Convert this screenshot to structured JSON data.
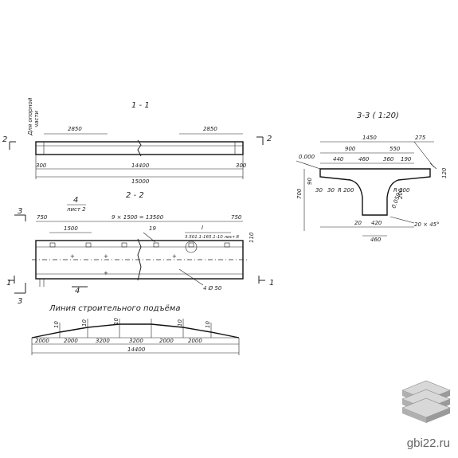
{
  "sections": {
    "s11": "1 - 1",
    "s22": "2 - 2",
    "s33": "3-3 ( 1:20)"
  },
  "markers": {
    "two": "2",
    "one": "1",
    "three": "3",
    "four": "4",
    "sheet": "лист 2"
  },
  "labels": {
    "support": "Для опорной",
    "part": "части",
    "note_i": "I",
    "note_detail": "3.501.1-165.1-10 лист 8",
    "rebar": "4 Ø 50",
    "angle": "20 × 45°",
    "lift_line": "Линия строительного подъёма"
  },
  "dims_11": {
    "left_2850": "2850",
    "right_2850": "2850",
    "left_300": "300",
    "right_300": "300",
    "len_14400": "14400",
    "len_15000": "15000"
  },
  "dims_22": {
    "left_750": "750",
    "right_750": "750",
    "spacing": "9 × 1500 = 13500",
    "d1500": "1500",
    "d19": "19",
    "d110": "110"
  },
  "dims_33": {
    "w1450": "1450",
    "w275": "275",
    "w900": "900",
    "w550": "550",
    "w440": "440",
    "w460": "460",
    "w360": "360",
    "w190": "190",
    "level": "0.000",
    "h700": "700",
    "h90": "90",
    "h30a": "30",
    "h30b": "30",
    "r200a": "R 200",
    "r200b": "R 200",
    "d120": "120",
    "d200": "200",
    "d420": "420",
    "d20": "20",
    "d460b": "460",
    "h0059": "0.059"
  },
  "lift_dims": {
    "d10a": "10",
    "d10b": "10",
    "d10c": "10",
    "d10d": "10",
    "d10e": "10",
    "s1": "2000",
    "s2": "2000",
    "s3": "3200",
    "s4": "3200",
    "s5": "2000",
    "s6": "2000",
    "total": "14400"
  },
  "watermark": "gbi22.ru",
  "colors": {
    "line": "#222222",
    "logo_top": "#d8d8d8",
    "logo_side": "#9a9a9a"
  }
}
